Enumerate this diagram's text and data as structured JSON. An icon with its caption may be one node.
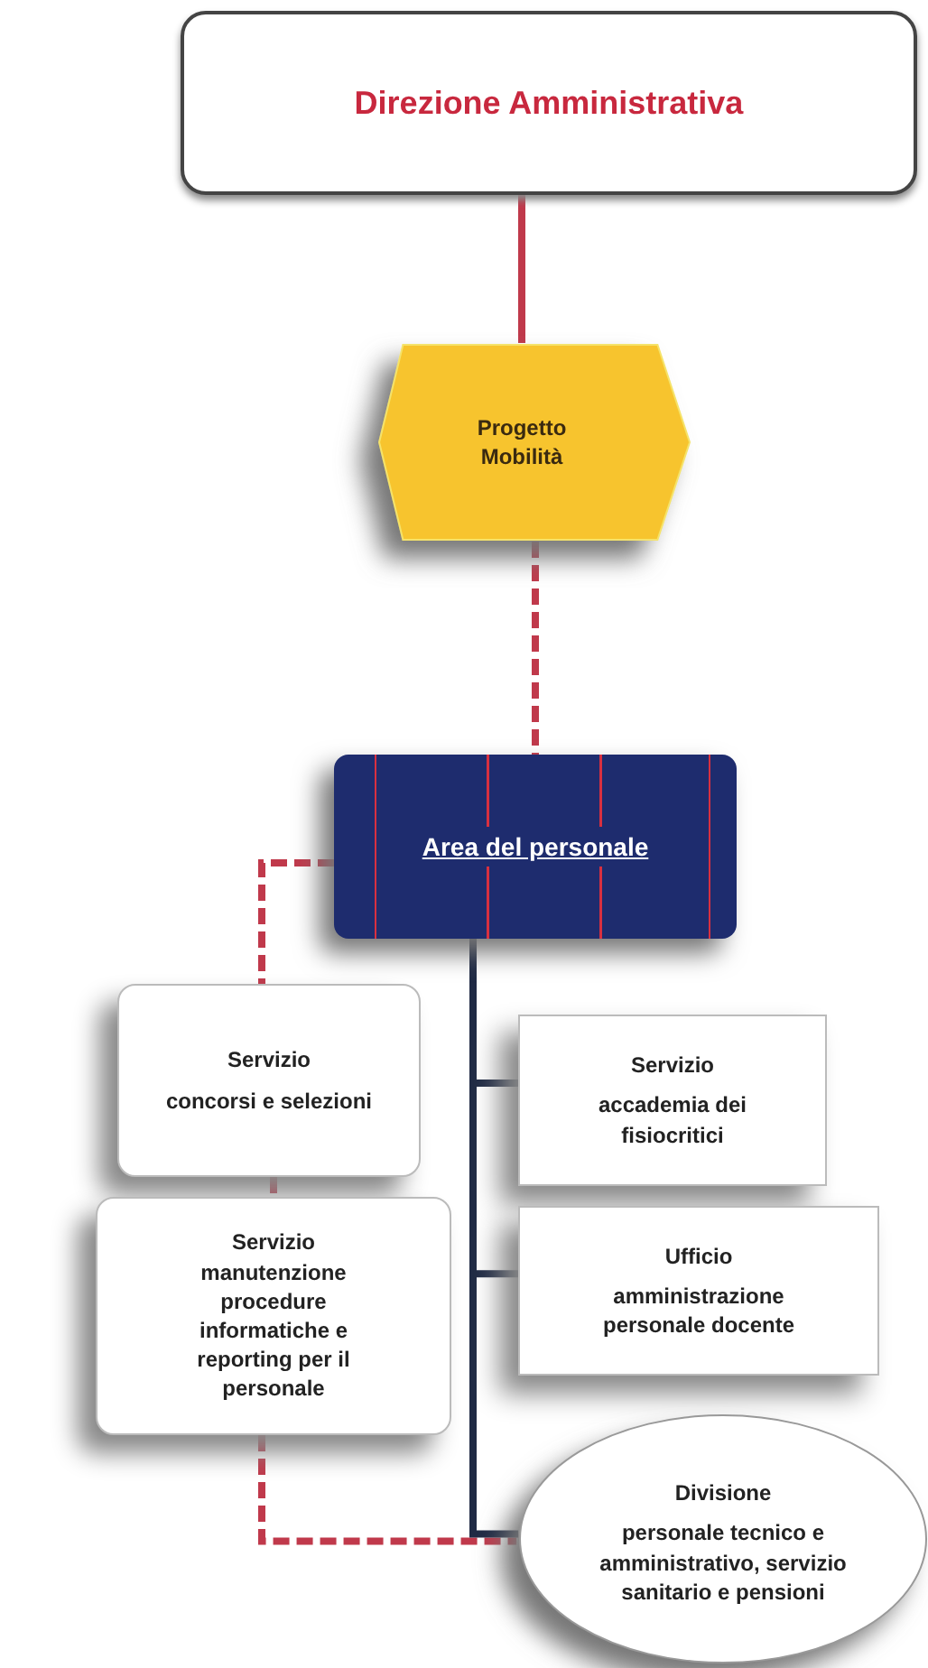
{
  "diagram": {
    "nodes": [
      {
        "text": [
          "Direzione Amministrativa"
        ]
      },
      {
        "text": [
          "Progetto Mobilità"
        ]
      },
      {
        "text": [
          "Area del personale"
        ]
      },
      {
        "text": [
          "Servizio",
          "concorsi e selezioni"
        ]
      },
      {
        "text": [
          "Servizio manutenzione procedure informatiche e reporting per il personale"
        ]
      },
      {
        "text": [
          "Servizio",
          "accademia dei fisiocritici"
        ]
      },
      {
        "text": [
          "Ufficio",
          "amministrazione personale docente"
        ]
      },
      {
        "text": [
          "Divisione",
          "personale tecnico e amministrativo, servizio sanitario e pensioni"
        ]
      }
    ],
    "edges": [
      {
        "from": 0,
        "to": 1,
        "arrow": "none"
      },
      {
        "from": 1,
        "to": 2,
        "arrow": "none",
        "style": "dashed"
      },
      {
        "from": 2,
        "to": 3,
        "arrow": "none",
        "style": "dashed"
      },
      {
        "from": 3,
        "to": 4,
        "arrow": "none",
        "style": "dashed"
      },
      {
        "from": 4,
        "to": 7,
        "arrow": "none",
        "style": "dashed"
      },
      {
        "from": 2,
        "to": 5,
        "arrow": "none",
        "color": "#1f2a44"
      },
      {
        "from": 2,
        "to": 6,
        "arrow": "none",
        "color": "#1f2a44"
      },
      {
        "from": 2,
        "to": 7,
        "arrow": "none",
        "color": "#1f2a44"
      }
    ]
  }
}
